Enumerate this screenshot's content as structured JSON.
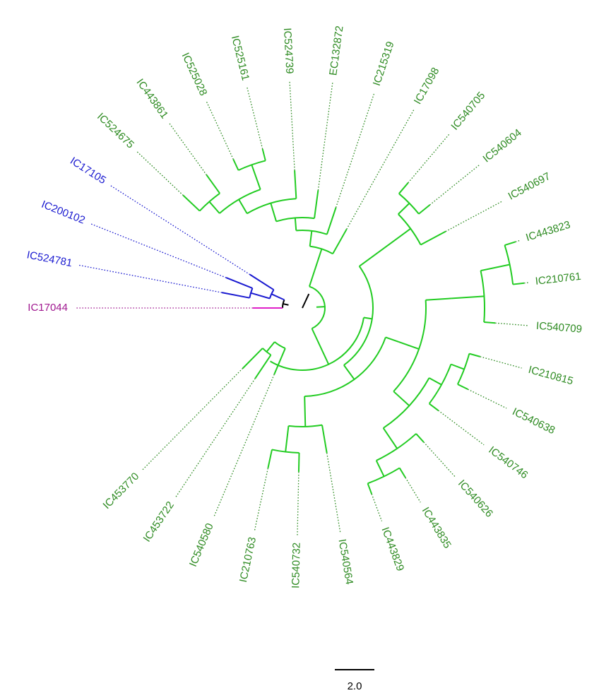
{
  "tree": {
    "colors": {
      "green_clade": "#22cc22",
      "green_label": "#2e8b22",
      "blue_clade": "#1a1ad0",
      "magenta_clade": "#e020c8",
      "magenta_label": "#a01890",
      "root": "#000000"
    },
    "leaves": [
      {
        "label": "IC17044",
        "clade": "magenta"
      },
      {
        "label": "IC524781",
        "clade": "blue"
      },
      {
        "label": "IC200102",
        "clade": "blue"
      },
      {
        "label": "IC17105",
        "clade": "blue"
      },
      {
        "label": "IC524675",
        "clade": "green"
      },
      {
        "label": "IC443861",
        "clade": "green"
      },
      {
        "label": "IC525028",
        "clade": "green"
      },
      {
        "label": "IC525161",
        "clade": "green"
      },
      {
        "label": "IC524739",
        "clade": "green"
      },
      {
        "label": "EC132872",
        "clade": "green"
      },
      {
        "label": "IC215319",
        "clade": "green"
      },
      {
        "label": "IC17098",
        "clade": "green"
      },
      {
        "label": "IC540705",
        "clade": "green"
      },
      {
        "label": "IC540604",
        "clade": "green"
      },
      {
        "label": "IC540697",
        "clade": "green"
      },
      {
        "label": "IC443823",
        "clade": "green"
      },
      {
        "label": "IC210761",
        "clade": "green"
      },
      {
        "label": "IC540709",
        "clade": "green"
      },
      {
        "label": "IC210815",
        "clade": "green"
      },
      {
        "label": "IC540638",
        "clade": "green"
      },
      {
        "label": "IC540746",
        "clade": "green"
      },
      {
        "label": "IC540626",
        "clade": "green"
      },
      {
        "label": "IC443835",
        "clade": "green"
      },
      {
        "label": "IC443829",
        "clade": "green"
      },
      {
        "label": "IC540564",
        "clade": "green"
      },
      {
        "label": "IC540732",
        "clade": "green"
      },
      {
        "label": "IC210763",
        "clade": "green"
      },
      {
        "label": "IC540580",
        "clade": "green"
      },
      {
        "label": "IC453722",
        "clade": "green"
      },
      {
        "label": "IC453770",
        "clade": "green"
      }
    ],
    "scale_bar": {
      "label": "2.0"
    }
  }
}
